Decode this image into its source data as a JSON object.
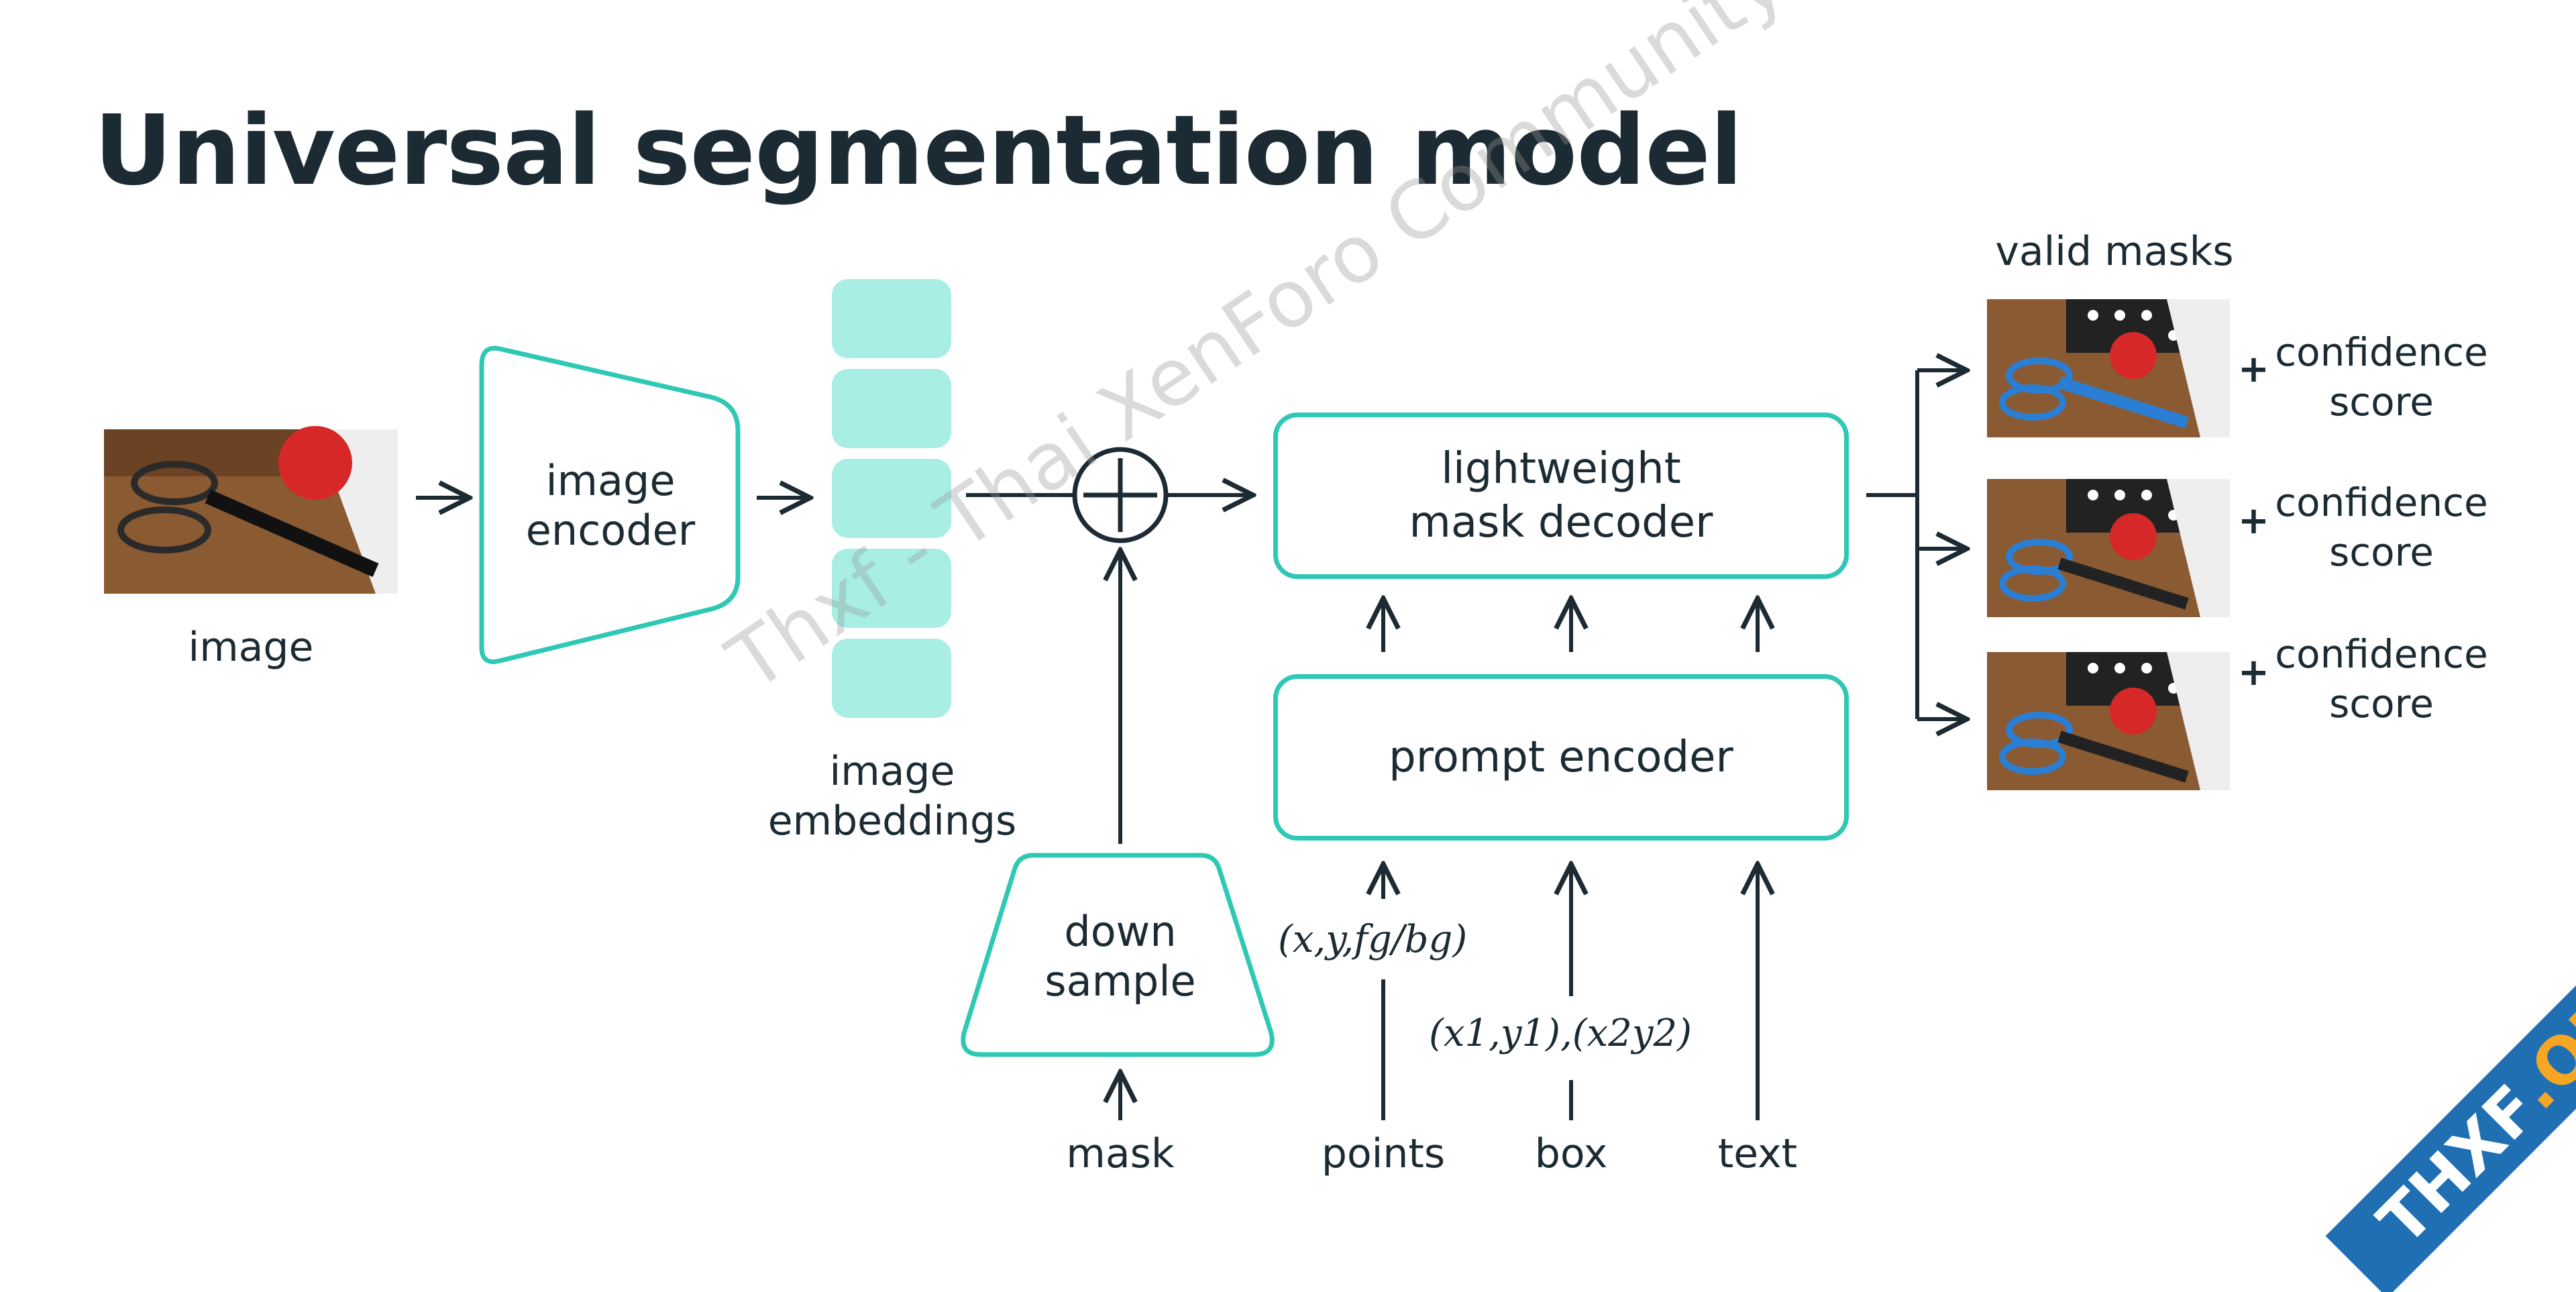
{
  "title": "Universal segmentation model",
  "image_label": "image",
  "image_encoder_label": [
    "image",
    "encoder"
  ],
  "embeddings_label": [
    "image",
    "embeddings"
  ],
  "mask_decoder_label": [
    "lightweight",
    "mask decoder"
  ],
  "prompt_encoder_label": "prompt encoder",
  "downsample_label": [
    "down",
    "sample"
  ],
  "inputs": {
    "mask": "mask",
    "points": "points",
    "box": "box",
    "text": "text"
  },
  "math": {
    "points": "(x,y,fg/bg)",
    "box": "(x1,y1),(x2y2)"
  },
  "outputs": {
    "header": "valid masks",
    "items": [
      {
        "plus": "+",
        "label": [
          "confidence",
          "score"
        ]
      },
      {
        "plus": "+",
        "label": [
          "confidence",
          "score"
        ]
      },
      {
        "plus": "+",
        "label": [
          "confidence",
          "score"
        ]
      }
    ]
  },
  "watermark": "Thxf - Thai XenForo Community",
  "badge": {
    "main": "THXF",
    "suffix": ".ORG"
  },
  "colors": {
    "accent": "#2ec8b5",
    "embedding": "#a8eee5",
    "text": "#1c2b33",
    "badge": "#1f6fb2"
  }
}
